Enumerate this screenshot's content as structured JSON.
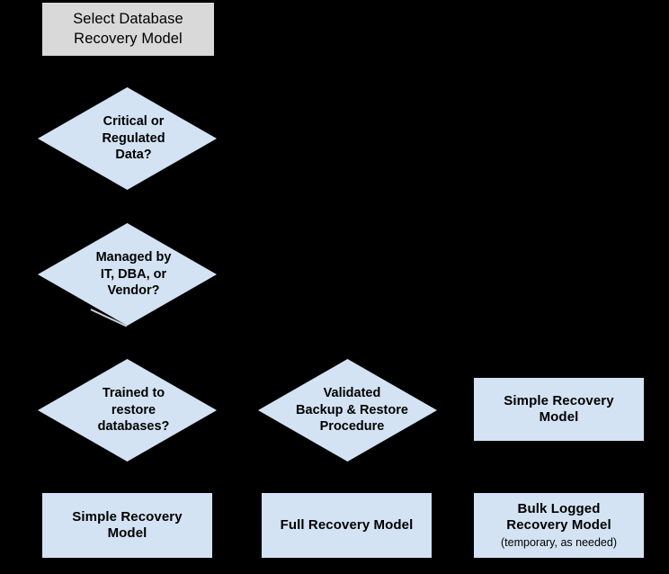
{
  "diagram": {
    "type": "flowchart",
    "title_node": {
      "id": "select-database-recovery-model",
      "shape": "rectangle",
      "label": "Select Database\nRecovery Model",
      "fill": "#d9d9d9"
    },
    "colors": {
      "background": "#000000",
      "decision_fill": "#d3e3f3",
      "result_fill": "#d3e3f3",
      "header_fill": "#d9d9d9",
      "text": "#000000"
    },
    "decisions": [
      {
        "id": "critical-or-regulated-data",
        "shape": "diamond",
        "label": "Critical or\nRegulated\nData?"
      },
      {
        "id": "managed-by-it-dba-or-vendor",
        "shape": "diamond",
        "label": "Managed by\nIT, DBA, or\nVendor?"
      },
      {
        "id": "trained-to-restore-databases",
        "shape": "diamond",
        "label": "Trained to\nrestore\ndatabases?"
      },
      {
        "id": "validated-backup-restore-procedure",
        "shape": "diamond",
        "label": "Validated\nBackup & Restore\nProcedure"
      }
    ],
    "results": [
      {
        "id": "simple-recovery-model-right",
        "shape": "rectangle",
        "label": "Simple Recovery\nModel",
        "sublabel": ""
      },
      {
        "id": "simple-recovery-model-bottom-left",
        "shape": "rectangle",
        "label": "Simple Recovery\nModel",
        "sublabel": ""
      },
      {
        "id": "full-recovery-model",
        "shape": "rectangle",
        "label": "Full Recovery Model",
        "sublabel": ""
      },
      {
        "id": "bulk-logged-recovery-model",
        "shape": "rectangle",
        "label": "Bulk Logged\nRecovery Model",
        "sublabel": "(temporary, as needed)"
      }
    ]
  }
}
